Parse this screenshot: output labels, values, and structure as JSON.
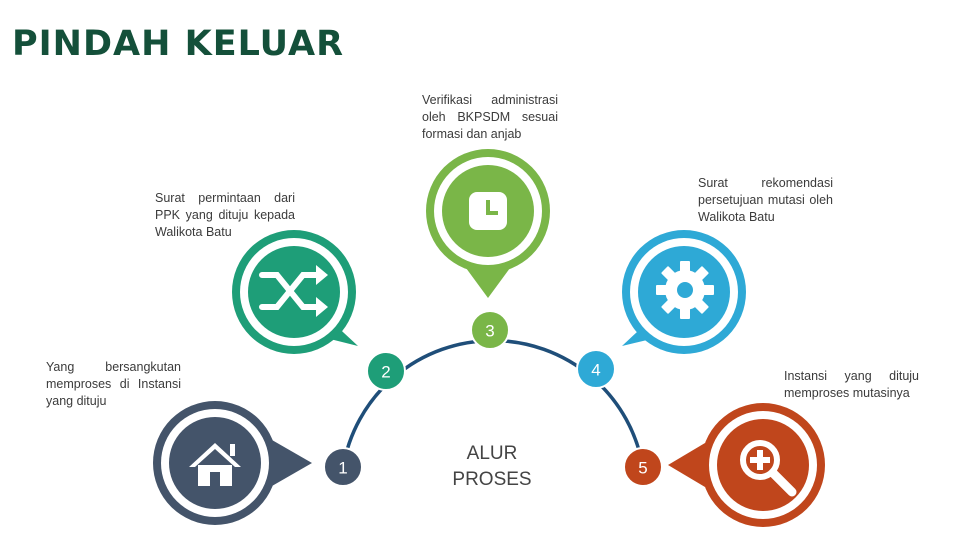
{
  "title": "PINDAH KELUAR",
  "center_label": [
    "ALUR",
    "PROSES"
  ],
  "steps": [
    {
      "number": "1",
      "text": "Yang bersangkutan memproses di Instansi yang dituju",
      "color": "#44546a",
      "icon": "home-icon"
    },
    {
      "number": "2",
      "text": "Surat permintaan dari PPK yang dituju kepada Walikota Batu",
      "color": "#1e9e78",
      "icon": "shuffle-icon"
    },
    {
      "number": "3",
      "text": "Verifikasi administrasi oleh BKPSDM sesuai formasi dan anjab",
      "color": "#7ab648",
      "icon": "clock-icon"
    },
    {
      "number": "4",
      "text": "Surat rekomendasi persetujuan mutasi oleh Walikota Batu",
      "color": "#2ea9d6",
      "icon": "gear-icon"
    },
    {
      "number": "5",
      "text": "Instansi yang dituju memproses mutasinya",
      "color": "#c0461c",
      "icon": "zoom-in-icon"
    }
  ],
  "arc_color": "#1f4e79"
}
